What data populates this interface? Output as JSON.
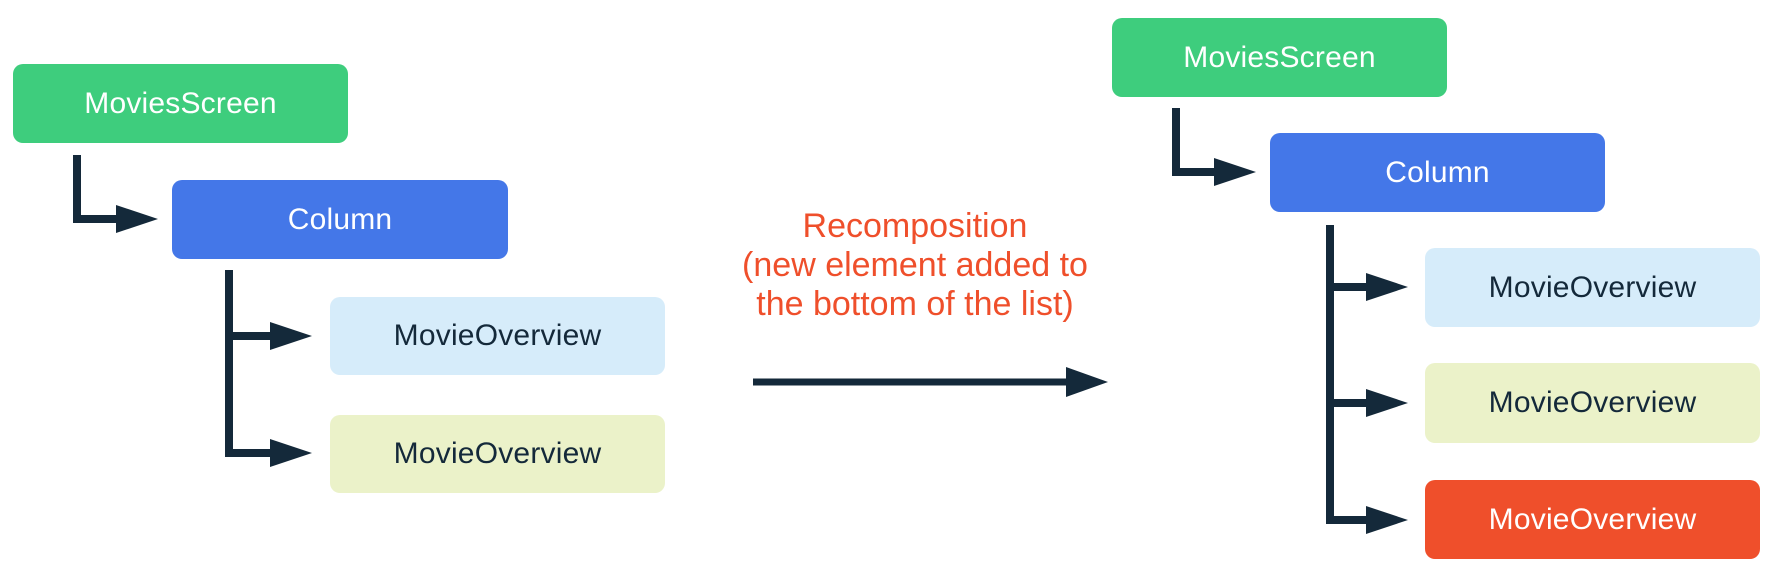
{
  "colors": {
    "background": "#ffffff",
    "green": "#3ECD7D",
    "blue": "#4477E8",
    "light_blue": "#D6ECFA",
    "light_yellow": "#EBF2C9",
    "orange": "#EF4F2B",
    "dark": "#14293A"
  },
  "before_tree": {
    "nodes": [
      {
        "label": "MoviesScreen"
      },
      {
        "label": "Column"
      },
      {
        "label": "MovieOverview"
      },
      {
        "label": "MovieOverview"
      }
    ]
  },
  "annotation": {
    "lines": [
      "Recomposition",
      "(new element added to",
      "the bottom of the list)"
    ]
  },
  "after_tree": {
    "nodes": [
      {
        "label": "MoviesScreen"
      },
      {
        "label": "Column"
      },
      {
        "label": "MovieOverview"
      },
      {
        "label": "MovieOverview"
      },
      {
        "label": "MovieOverview"
      }
    ]
  }
}
